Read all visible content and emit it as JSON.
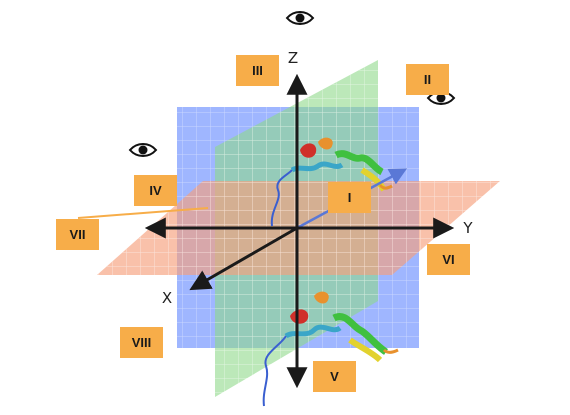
{
  "axes": {
    "x": "X",
    "y": "Y",
    "z": "Z"
  },
  "regions": [
    "I",
    "II",
    "III",
    "IV",
    "V",
    "VI",
    "VII",
    "VIII"
  ],
  "colors": {
    "yz_plane": "#7f9dff",
    "xz_plane": "#8fd98a",
    "xy_plane": "#f6a07d",
    "label_box": "#f7ad49",
    "axis": "#1a1a1a",
    "y_extension": "#5a78d6"
  },
  "icons": [
    "eye-icon",
    "eye-icon",
    "eye-icon",
    "protein-ribbon-icon",
    "protein-ribbon-icon"
  ]
}
